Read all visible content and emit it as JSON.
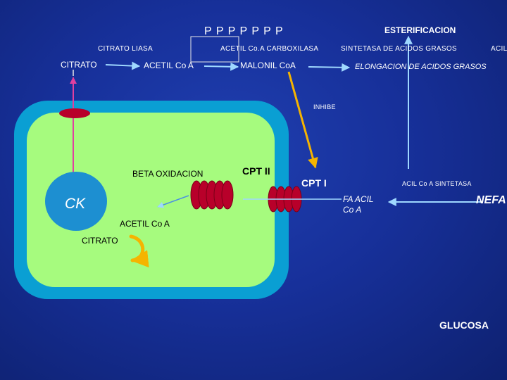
{
  "colors": {
    "outer_cell": "#0a9fd3",
    "inner_cell": "#a6fb7e",
    "nucleus": "#1d8fd1",
    "channel": "#b8002a",
    "arrow_light": "#9fd8ff",
    "arrow_orange": "#f5b400",
    "line_pink": "#e040a0"
  },
  "labels": {
    "pppp": "P P P P P P P",
    "esterificacion": "ESTERIFICACION",
    "citrato_liasa": "CITRATO LIASA",
    "acetil_coa_carboxilasa": "ACETIL Co.A CARBOXILASA",
    "sintetasa": "SINTETASA DE ACIDOS GRASOS",
    "acil_top": "ACIL",
    "citrato": "CITRATO",
    "acetil_coa": "ACETIL Co A",
    "malonil_coa": "MALONIL CoA",
    "elongacion": "ELONGACION DE ACIDOS GRASOS",
    "inhibe": "INHIBE",
    "beta_oxidacion": "BETA OXIDACION",
    "cpt_ii": "CPT II",
    "cpt_i": "CPT I",
    "acil_coa_sintetasa": "ACIL Co A SINTETASA",
    "ck": "CK",
    "fa_acil_line1": "FA ACIL",
    "fa_acil_line2": "Co A",
    "nefa": "NEFA",
    "acetil_coa_inner": "ACETIL Co A",
    "citrato_inner": "CITRATO",
    "glucosa": "GLUCOSA"
  }
}
